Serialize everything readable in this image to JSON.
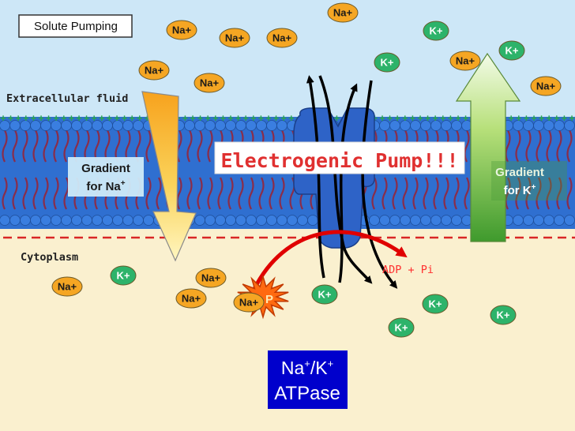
{
  "title_box": {
    "label": "Solute Pumping"
  },
  "regions": {
    "extracellular_label": "Extracellular fluid",
    "cytoplasm_label": "Cytoplasm"
  },
  "membrane": {
    "outer_charge_symbol": "+",
    "inner_charge_symbol": "-"
  },
  "headline": {
    "text": "Electrogenic Pump!!!"
  },
  "gradients": {
    "sodium": {
      "line1": "Gradient",
      "line2": "for Na",
      "superscript": "+"
    },
    "potassium": {
      "line1": "Gradient",
      "line2": "for K",
      "superscript": "+"
    }
  },
  "reaction": {
    "products": "ADP + Pi",
    "atp_partial": "P"
  },
  "enzyme_box": {
    "line1": "Na",
    "line1_sup": "+",
    "line1_mid": "/K",
    "line1_sup2": "+",
    "line2": "ATPase"
  },
  "ions": {
    "sodium_label": "Na+",
    "potassium_label": "K+",
    "sodium_color": "#f5a623",
    "potassium_color": "#2db36a"
  },
  "colors": {
    "extracellular_bg": "#cde7f7",
    "cytoplasm_bg": "#faf0cf",
    "membrane_blue": "#2f6fd0",
    "membrane_tail": "#8a2d4a",
    "pump_blue": "#2e63c7",
    "plus_green": "#2aa84a",
    "minus_red": "#d92626",
    "headline_red": "#e03030",
    "enzyme_box_bg": "#0000cc"
  }
}
